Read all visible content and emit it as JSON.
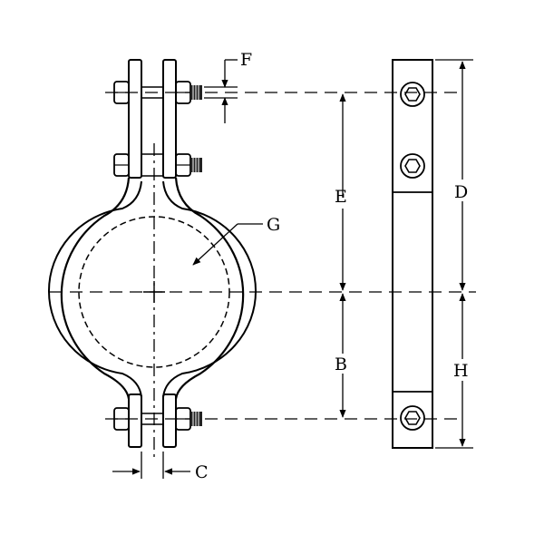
{
  "colors": {
    "line": "#000000",
    "background": "#ffffff"
  },
  "labels": {
    "F": "F",
    "E": "E",
    "G": "G",
    "D": "D",
    "B": "B",
    "H": "H",
    "C": "C"
  }
}
